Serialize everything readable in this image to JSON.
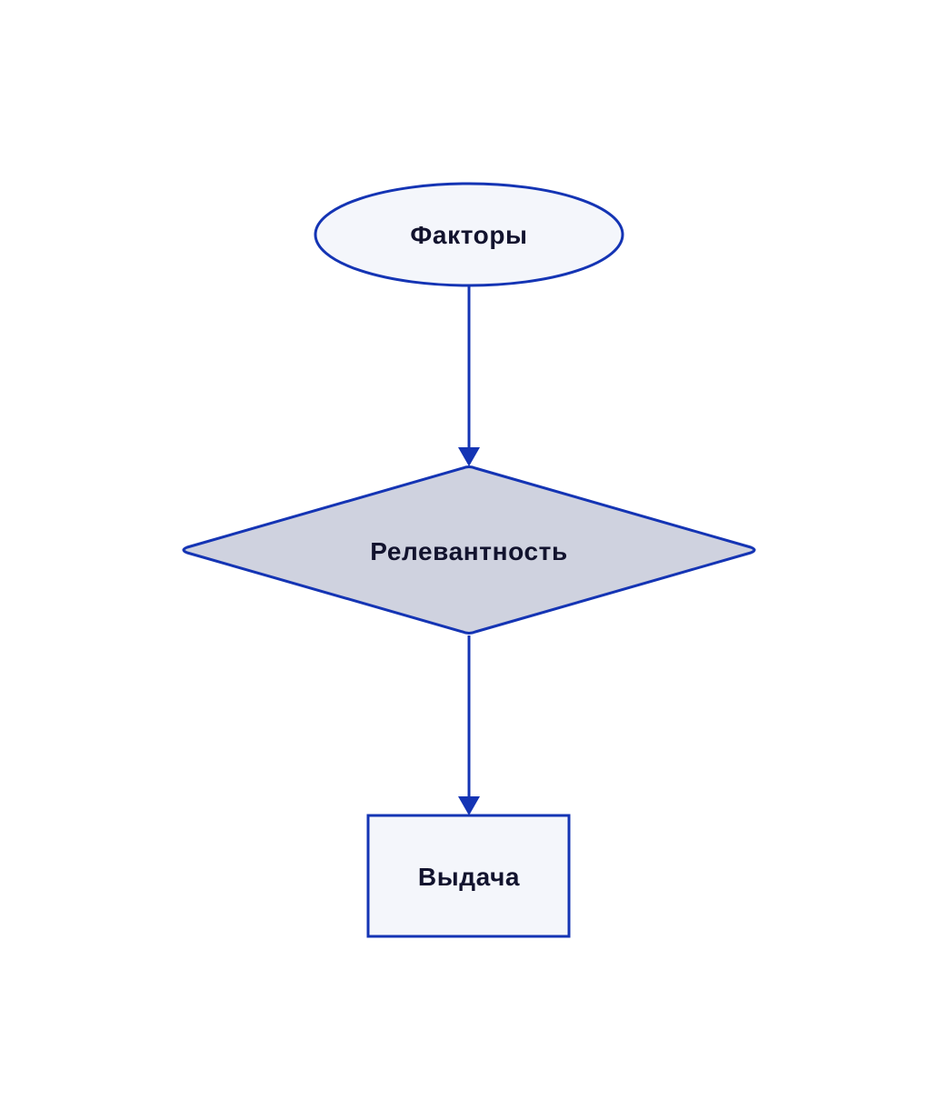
{
  "colors": {
    "stroke": "#1434b4",
    "ellipse_fill": "#f4f6fb",
    "diamond_fill": "#cfd2df",
    "rect_fill": "#f4f6fb",
    "text": "#12132e"
  },
  "nodes": {
    "start": {
      "shape": "ellipse",
      "label": "Факторы"
    },
    "decision": {
      "shape": "diamond",
      "label": "Релевантность"
    },
    "output": {
      "shape": "rectangle",
      "label": "Выдача"
    }
  },
  "edges": [
    {
      "from": "start",
      "to": "decision"
    },
    {
      "from": "decision",
      "to": "output"
    }
  ]
}
